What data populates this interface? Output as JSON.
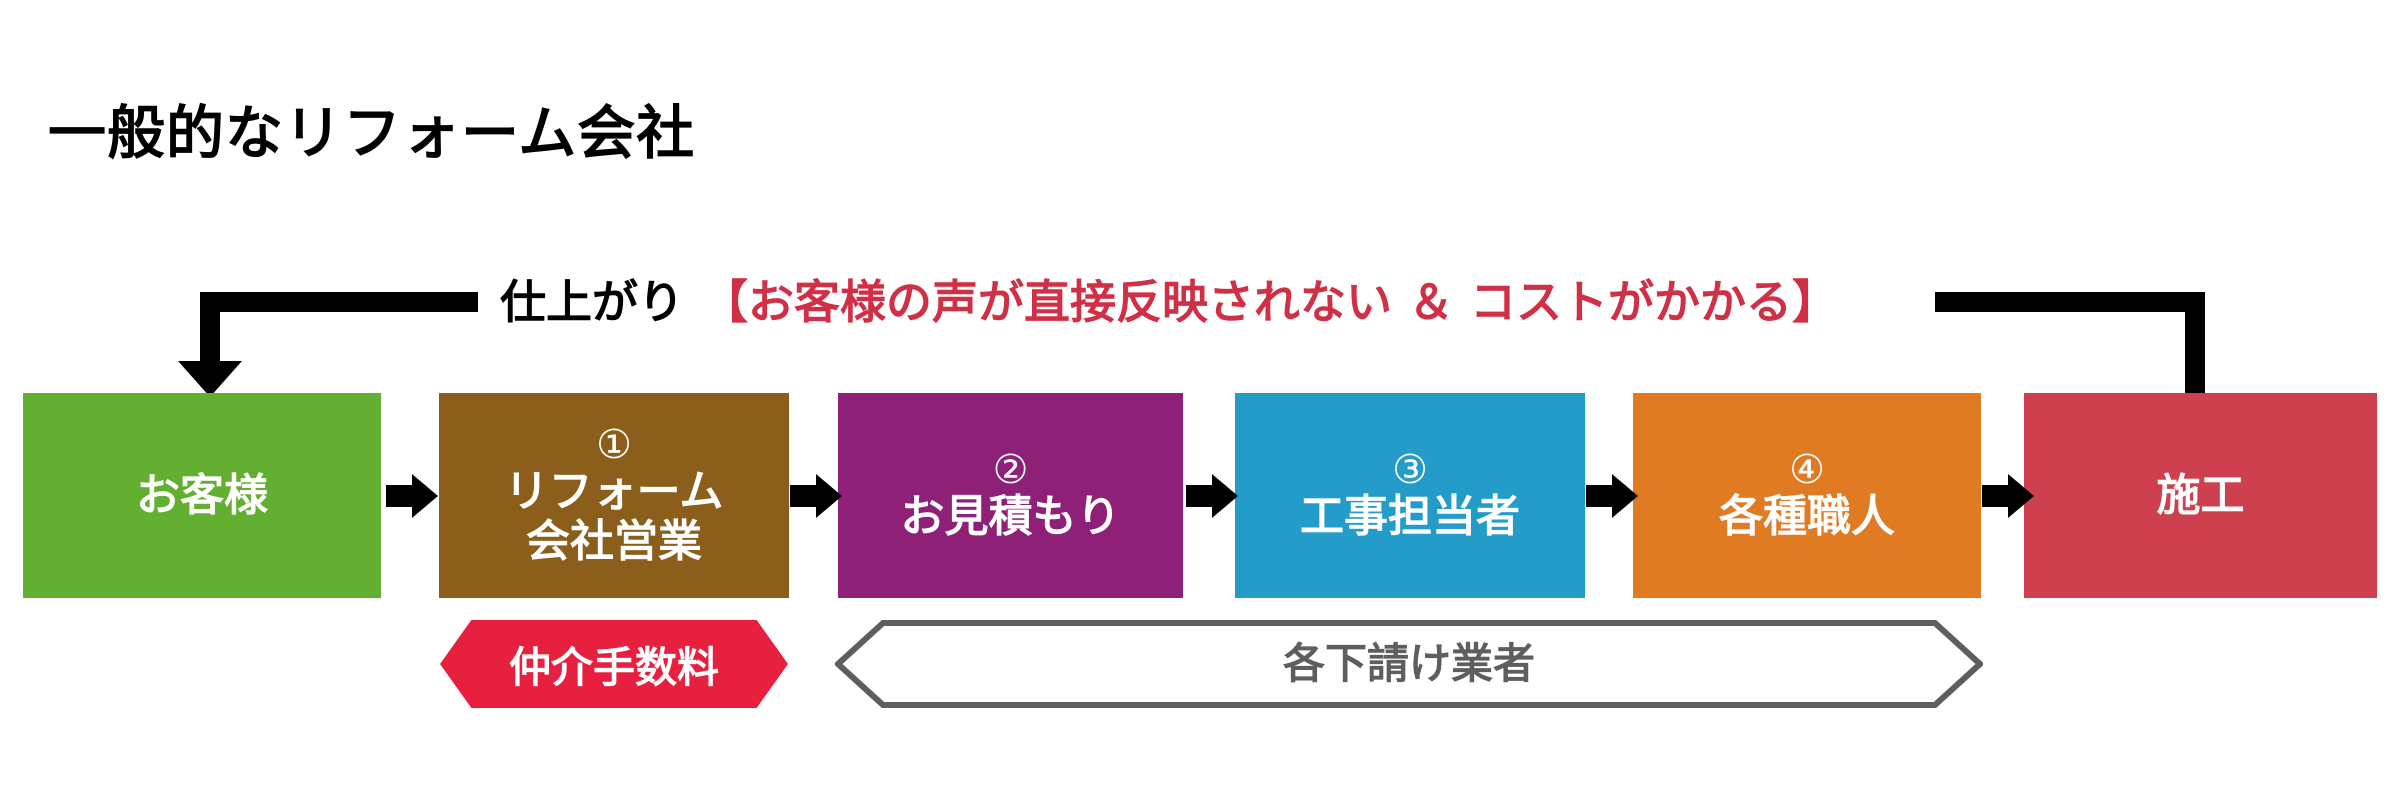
{
  "title": "一般的なリフォーム会社",
  "feedback_loop": {
    "label_black": "仕上がり",
    "label_red": "【お客様の声が直接反映されない ＆ コストがかかる】",
    "arrow_color": "#000000",
    "red_color": "#D03045"
  },
  "nodes": [
    {
      "id": "customer",
      "number": "",
      "label": "お客様",
      "color": "#62AF31"
    },
    {
      "id": "sales",
      "number": "①",
      "label": "リフォーム\n会社営業",
      "color": "#8B5E1B"
    },
    {
      "id": "estimate",
      "number": "②",
      "label": "お見積もり",
      "color": "#8E2077"
    },
    {
      "id": "manager",
      "number": "③",
      "label": "工事担当者",
      "color": "#249CC9"
    },
    {
      "id": "craftsmen",
      "number": "④",
      "label": "各種職人",
      "color": "#E07A23"
    },
    {
      "id": "construct",
      "number": "",
      "label": "施工",
      "color": "#CE404E"
    }
  ],
  "arrows": {
    "count": 5,
    "glyph": "right-arrow"
  },
  "banners": {
    "fee": {
      "label": "仲介手数料",
      "background": "#E8203F",
      "text_color": "#FFFFFF"
    },
    "subcontractors": {
      "label": "各下請け業者",
      "border_color": "#5E5E5E",
      "text_color": "#5E5E5E"
    }
  }
}
